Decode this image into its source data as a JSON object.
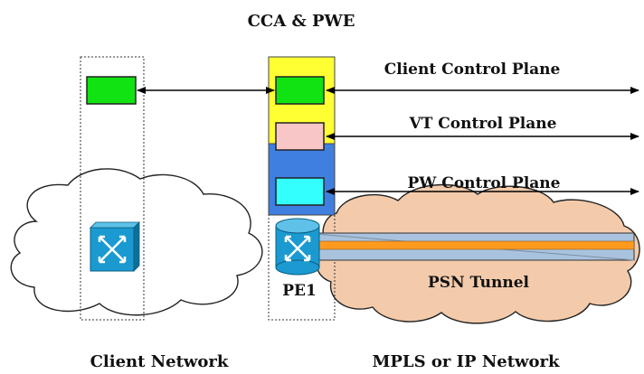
{
  "title": "CCA & PWE",
  "planes": {
    "client": "Client Control Plane",
    "vt": "VT Control Plane",
    "pw": "PW Control Plane"
  },
  "labels": {
    "pe1": "PE1",
    "psn_tunnel": "PSN Tunnel",
    "client_network": "Client Network",
    "mpls_network": "MPLS or IP Network"
  },
  "colors": {
    "yellow": "#ffff33",
    "blue": "#3f7fe0",
    "green": "#11e211",
    "pink": "#f8c6c6",
    "cyan": "#33ffff",
    "cloud_client": "#ffffff",
    "cloud_mpls": "#f3cbab",
    "tunnel": "#a9c3de",
    "tunnel_core": "#ff9a1f",
    "switch": "#1a9ad0"
  },
  "icons": [
    "client-switch-icon",
    "pe-router-icon"
  ]
}
